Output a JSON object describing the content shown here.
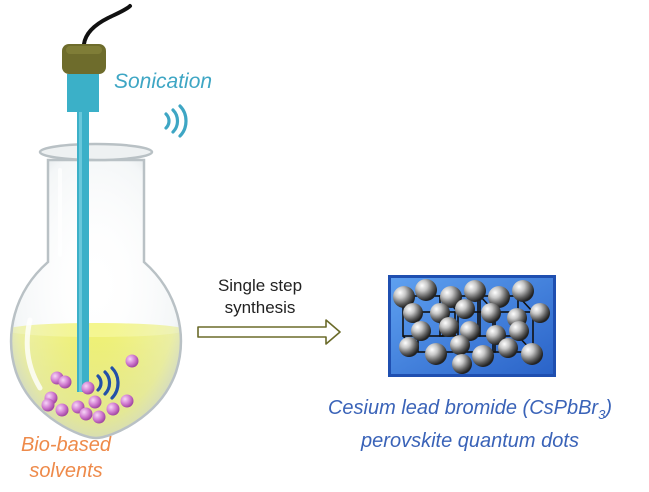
{
  "labels": {
    "sonication": "Sonication",
    "bio_line1": "Bio-based",
    "bio_line2": "solvents",
    "step_line1": "Single step",
    "step_line2": "synthesis",
    "product_line1_prefix": "Cesium lead bromide (",
    "product_formula": "CsPbBr",
    "product_formula_sub": "3",
    "product_line1_suffix": ")",
    "product_line2": "perovskite quantum dots"
  },
  "icons": {
    "probe": "ultrasonic-probe-icon",
    "waves": "sound-wave-icon",
    "flask": "round-bottom-flask-icon",
    "arrow": "right-arrow-icon",
    "crystal": "perovskite-lattice-icon"
  },
  "colors": {
    "probe_cap": "#6e6c2c",
    "probe_shaft": "#3bb0c8",
    "liquid": "#e4e83a",
    "bead": "#d07ad0",
    "crystal_bg": "#3a7de0",
    "sonication_text": "#3ea6c4",
    "bio_text": "#ee8a4a",
    "product_text": "#3a63b8",
    "arrow_stroke": "#6b6b2a"
  }
}
